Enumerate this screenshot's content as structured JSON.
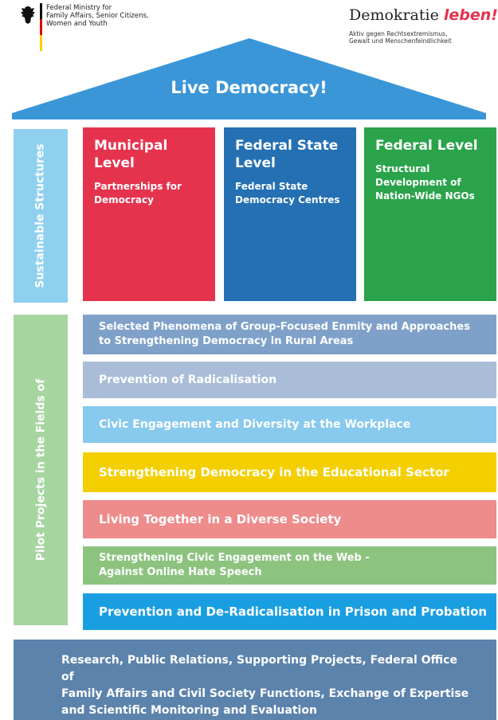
{
  "header": {
    "ministry_lines": [
      "Federal Ministry for",
      "Family Affairs, Senior Citizens,",
      "Women and Youth"
    ],
    "logo_word1": "Demokratie ",
    "logo_word2": "leben!",
    "logo_sub_lines": [
      "Aktiv gegen Rechtsextremismus,",
      "Gewalt und Menschenfeindlichkeit"
    ]
  },
  "roof": {
    "title": "Live Democracy!",
    "color": "#3b96d8"
  },
  "sustainable": {
    "side_label": "Sustainable Structures",
    "side_color": "#8fd0ef",
    "columns": [
      {
        "title": "Municipal Level",
        "subtitle": "Partnerships for Democracy",
        "color": "#e5334e"
      },
      {
        "title": "Federal State Level",
        "subtitle": "Federal State Democracy Centres",
        "color": "#2470b3"
      },
      {
        "title": "Federal Level",
        "subtitle": "Structural Development of Nation-Wide NGOs",
        "color": "#2aa34a"
      }
    ]
  },
  "pilot": {
    "side_label": "Pilot Projects in the Fields of",
    "side_color": "#a6d5a0",
    "bars": [
      {
        "lines": [
          "Selected Phenomena of Group-Focused Enmity and Approaches",
          "to Strengthening Democracy in Rural Areas"
        ],
        "color": "#7fa1c9"
      },
      {
        "lines": [
          "Prevention of Radicalisation"
        ],
        "color": "#a9bdd9"
      },
      {
        "lines": [
          "Civic Engagement and Diversity at the Workplace"
        ],
        "color": "#88c9ee"
      },
      {
        "lines": [
          "Strengthening Democracy in the Educational Sector"
        ],
        "color": "#f4cf00"
      },
      {
        "lines": [
          "Living Together in a Diverse Society"
        ],
        "color": "#ee8b8b"
      },
      {
        "lines": [
          "Strengthening Civic Engagement on the Web -",
          "Against Online Hate Speech"
        ],
        "color": "#8cc37f"
      },
      {
        "lines": [
          "Prevention and De-Radicalisation in Prison and Probation"
        ],
        "color": "#1a9ee2"
      }
    ]
  },
  "bottom": {
    "lines": [
      "Research, Public Relations, Supporting Projects, Federal Office of",
      "Family Affairs and Civil Society Functions, Exchange of Expertise",
      "and Scientific Monitoring and Evaluation"
    ],
    "color": "#5c83ac"
  }
}
